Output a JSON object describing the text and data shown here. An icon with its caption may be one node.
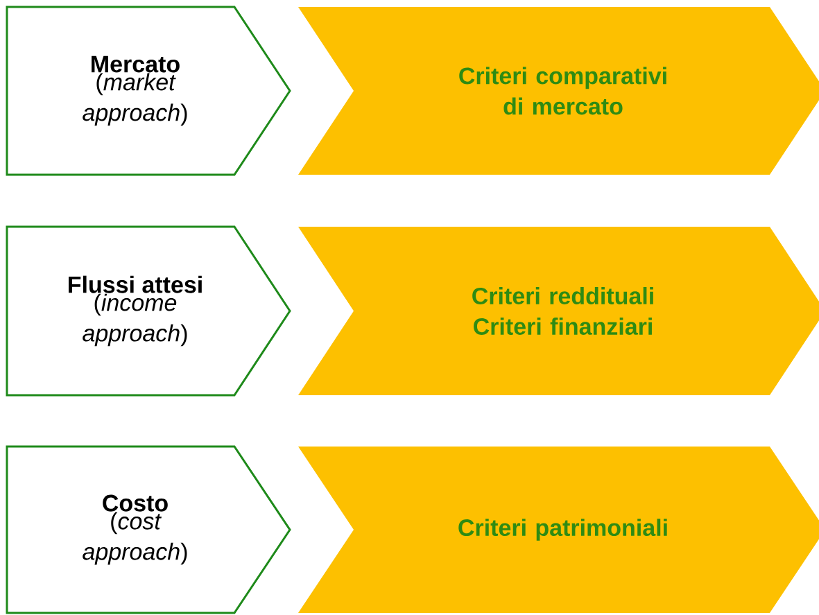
{
  "diagram": {
    "nodes": [
      {
        "text": [
          "Mercato",
          "(*market approach*)"
        ]
      },
      {
        "text": [
          "Criteri comparativi di mercato"
        ]
      },
      {
        "text": [
          "Flussi attesi",
          "(*income approach*)"
        ]
      },
      {
        "text": [
          "Criteri reddituali",
          "Criteri finanziari"
        ]
      },
      {
        "text": [
          "Costo",
          "(*cost approach*)"
        ]
      },
      {
        "text": [
          "Criteri patrimoniali"
        ]
      }
    ]
  }
}
